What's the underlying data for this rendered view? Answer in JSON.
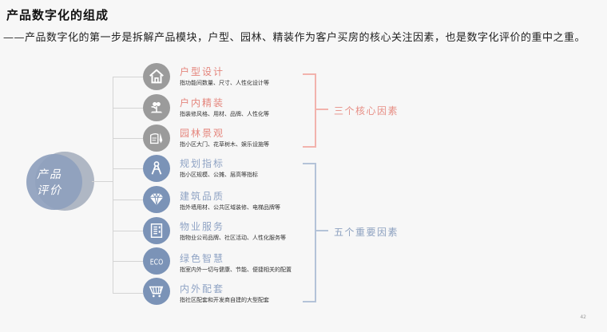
{
  "header": {
    "title": "产品数字化的组成",
    "subtitle": "——产品数字化的第一步是拆解产品模块，户型、园林、精装作为客户买房的核心关注因素，也是数字化评价的重中之重。"
  },
  "center": {
    "line1": "产品",
    "line2": "评价"
  },
  "items": [
    {
      "title": "户型设计",
      "desc": "指功能间数量、尺寸、人性化设计等",
      "icon": "house-icon",
      "group": "core"
    },
    {
      "title": "户内精装",
      "desc": "指装修风格、用材、品牌、人性化等",
      "icon": "sprout-icon",
      "group": "core"
    },
    {
      "title": "园林景观",
      "desc": "指小区大门、花草树木、娱乐设施等",
      "icon": "landscape-sketch-icon",
      "group": "core"
    },
    {
      "title": "规划指标",
      "desc": "指小区规模、公摊、层高等指标",
      "icon": "compass-icon",
      "group": "important"
    },
    {
      "title": "建筑品质",
      "desc": "指外墙用材、公共区域装修、电梯品牌等",
      "icon": "diamond-icon",
      "group": "important"
    },
    {
      "title": "物业服务",
      "desc": "指物业公司品牌、社区活动、人性化服务等",
      "icon": "building-icon",
      "group": "important"
    },
    {
      "title": "绿色智慧",
      "desc": "指室内外一切与健康、节能、便捷相关的配置",
      "icon": "eco-icon",
      "group": "important"
    },
    {
      "title": "内外配套",
      "desc": "指社区配套和开发商自建的大型配套",
      "icon": "cart-icon",
      "group": "important"
    }
  ],
  "groups": {
    "core": {
      "label": "三个核心因素",
      "color": "#e78f86"
    },
    "important": {
      "label": "五个重要因素",
      "color": "#8ea2c0"
    }
  },
  "colors": {
    "core_icon": "#9b9b9b",
    "important_icon": "#7b93b7",
    "core_title": "#e4857c",
    "important_title": "#8fa3c4"
  },
  "page_number": "42"
}
